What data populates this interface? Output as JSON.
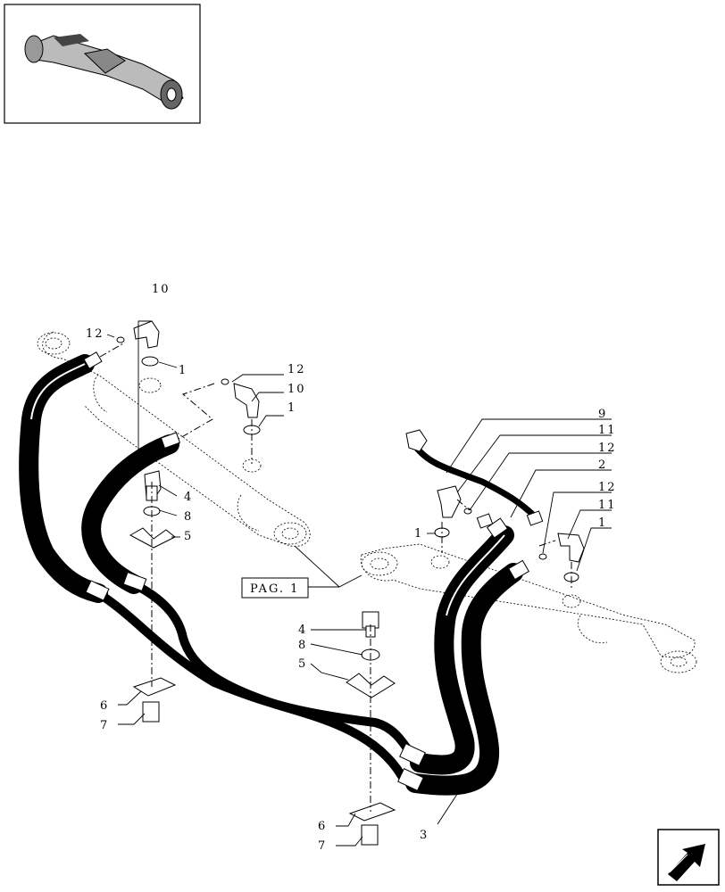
{
  "thumbnail": {
    "icon": "front-axle-assembly-icon"
  },
  "navigation": {
    "icon": "next-page-arrow-icon"
  },
  "reference": {
    "label": "PAG. 1"
  },
  "callouts": {
    "c10a": "10",
    "c12a": "12",
    "c1a": "1",
    "c12b": "12",
    "c10b": "10",
    "c1b": "1",
    "c4a": "4",
    "c8a": "8",
    "c5a": "5",
    "c6a": "6",
    "c7a": "7",
    "c4b": "4",
    "c8b": "8",
    "c5b": "5",
    "c6b": "6",
    "c7b": "7",
    "c3": "3",
    "c9": "9",
    "c11a": "11",
    "c12c": "12",
    "c2": "2",
    "c12d": "12",
    "c11b": "11",
    "c1c": "1",
    "c1d": "1"
  }
}
